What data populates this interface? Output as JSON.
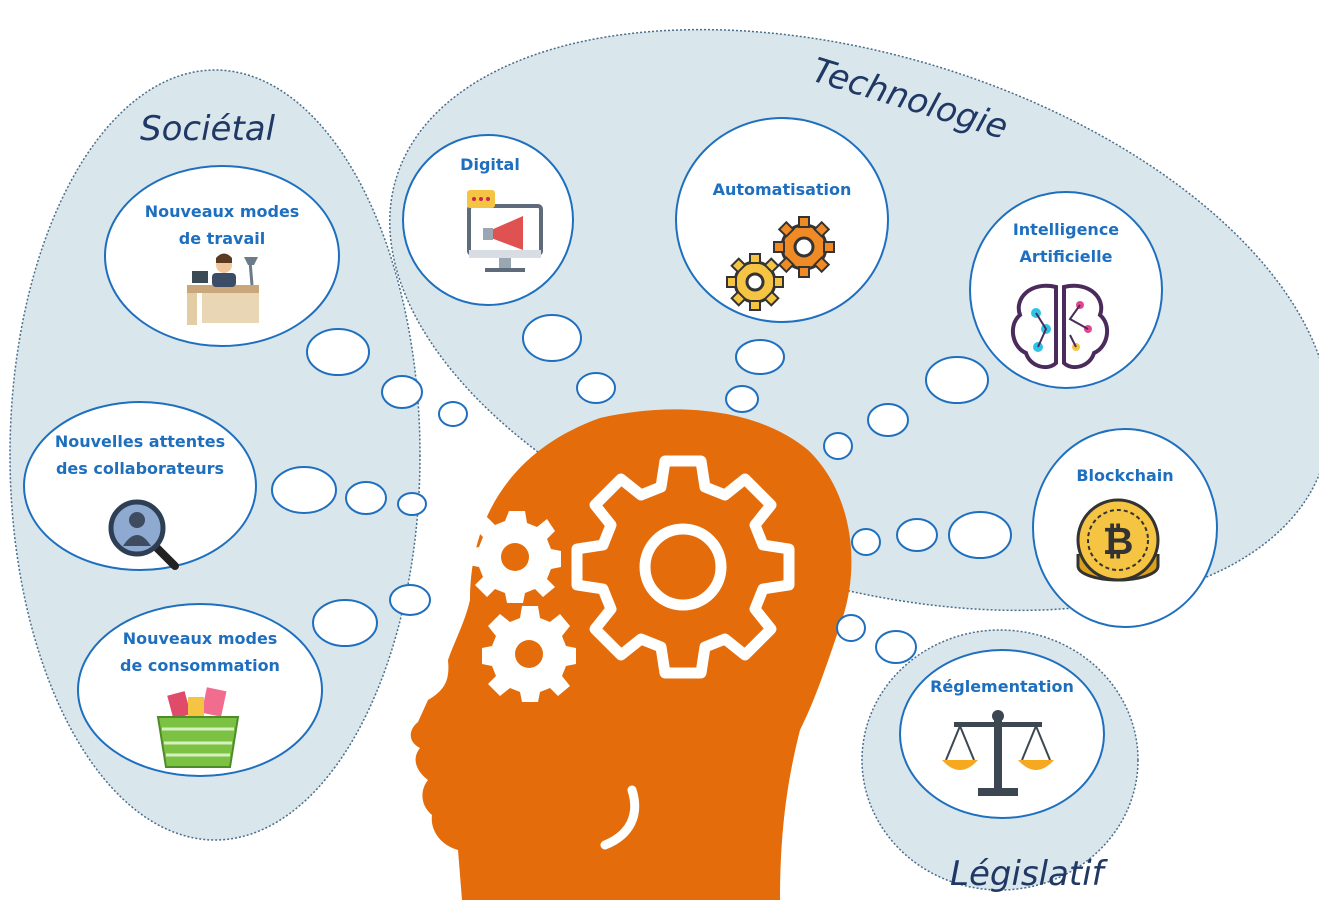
{
  "regions": {
    "societal": "Sociétal",
    "technologie": "Technologie",
    "legislatif": "Législatif"
  },
  "bubbles": {
    "travail": {
      "line1": "Nouveaux modes",
      "line2": "de travail",
      "icon": "office-desk-icon"
    },
    "attentes": {
      "line1": "Nouvelles attentes",
      "line2": "des collaborateurs",
      "icon": "magnifier-person-icon"
    },
    "consommation": {
      "line1": "Nouveaux modes",
      "line2": "de consommation",
      "icon": "shopping-basket-icon"
    },
    "digital": {
      "line1": "Digital",
      "icon": "monitor-megaphone-icon"
    },
    "automatisation": {
      "line1": "Automatisation",
      "icon": "gears-icon"
    },
    "ia": {
      "line1": "Intelligence",
      "line2": "Artificielle",
      "icon": "brain-circuit-icon"
    },
    "blockchain": {
      "line1": "Blockchain",
      "icon": "bitcoin-coins-icon"
    },
    "reglementation": {
      "line1": "Réglementation",
      "icon": "scales-icon"
    }
  },
  "colors": {
    "cloud_fill": "#d9e6ec",
    "bubble_stroke": "#1f6fbf",
    "label_blue": "#1f6fbf",
    "region_label": "#1f3864",
    "head_orange": "#e46c0a"
  }
}
